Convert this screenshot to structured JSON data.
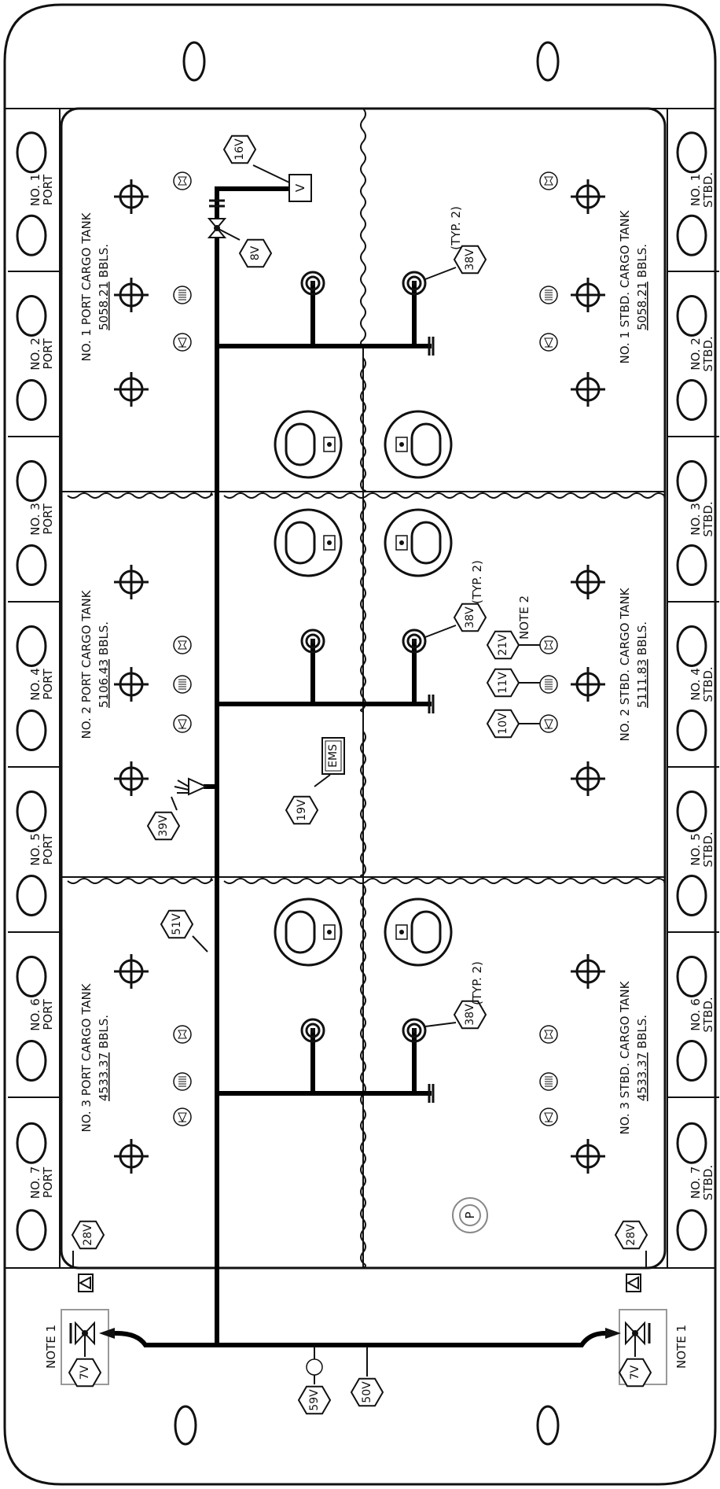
{
  "title": "",
  "port_hatches": [
    {
      "label": "NO. 1\nPORT"
    },
    {
      "label": "NO. 2\nPORT"
    },
    {
      "label": "NO. 3\nPORT"
    },
    {
      "label": "NO. 4\nPORT"
    },
    {
      "label": "NO. 5\nPORT"
    },
    {
      "label": "NO. 6\nPORT"
    },
    {
      "label": "NO. 7\nPORT"
    }
  ],
  "stbd_hatches": [
    {
      "label": "NO. 1\nSTBD."
    },
    {
      "label": "NO. 2\nSTBD."
    },
    {
      "label": "NO. 3\nSTBD."
    },
    {
      "label": "NO. 4\nSTBD."
    },
    {
      "label": "NO. 5\nSTBD."
    },
    {
      "label": "NO. 6\nSTBD."
    },
    {
      "label": "NO. 7\nSTBD."
    }
  ],
  "tanks": {
    "port1": {
      "name": "NO. 1 PORT CARGO TANK",
      "volume": "5058.21",
      "unit": "BBLS."
    },
    "stbd1": {
      "name": "NO. 1 STBD. CARGO TANK",
      "volume": "5058.21",
      "unit": "BBLS."
    },
    "port2": {
      "name": "NO. 2 PORT CARGO TANK",
      "volume": "5106.43",
      "unit": "BBLS."
    },
    "stbd2": {
      "name": "NO. 2 STBD. CARGO TANK",
      "volume": "5111.83",
      "unit": "BBLS."
    },
    "port3": {
      "name": "NO. 3 PORT CARGO TANK",
      "volume": "4533.37",
      "unit": "BBLS."
    },
    "stbd3": {
      "name": "NO. 3 STBD. CARGO TANK",
      "volume": "4533.37",
      "unit": "BBLS."
    }
  },
  "tags": {
    "v16": "16V",
    "v8": "8V",
    "v38": "38V",
    "v21": "21V",
    "v11": "11V",
    "v10": "10V",
    "v19": "19V",
    "v39": "39V",
    "v51": "51V",
    "v28": "28V",
    "v7": "7V",
    "v50": "50V",
    "v59": "59V"
  },
  "labels": {
    "typ2": "(TYP. 2)",
    "note1": "NOTE 1",
    "note2": "NOTE 2",
    "ems": "EMS",
    "vent": "V",
    "p": "P"
  }
}
